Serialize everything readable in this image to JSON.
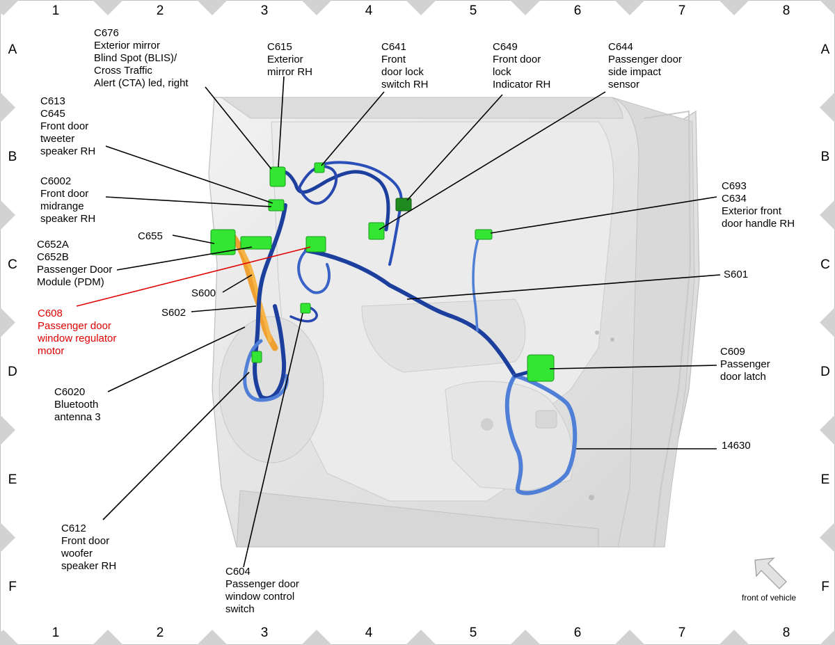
{
  "grid": {
    "columns": [
      "1",
      "2",
      "3",
      "4",
      "5",
      "6",
      "7",
      "8"
    ],
    "rows": [
      "A",
      "B",
      "C",
      "D",
      "E",
      "F"
    ]
  },
  "labels": {
    "c676": [
      "C676",
      "Exterior mirror",
      "Blind Spot (BLIS)/",
      "Cross Traffic",
      "Alert (CTA) led, right"
    ],
    "c615": [
      "C615",
      "Exterior",
      "mirror RH"
    ],
    "c641": [
      "C641",
      "Front",
      "door lock",
      "switch RH"
    ],
    "c649": [
      "C649",
      "Front door",
      "lock",
      "Indicator RH"
    ],
    "c644": [
      "C644",
      "Passenger door",
      "side impact",
      "sensor"
    ],
    "c613": [
      "C613",
      "C645",
      "Front door",
      "tweeter",
      "speaker RH"
    ],
    "c6002": [
      "C6002",
      "Front door",
      "midrange",
      "speaker RH"
    ],
    "c655": [
      "C655"
    ],
    "c652": [
      "C652A",
      "C652B",
      "Passenger Door",
      "Module (PDM)"
    ],
    "s600": [
      "S600"
    ],
    "s602": [
      "S602"
    ],
    "c608": [
      "C608",
      "Passenger door",
      "window regulator",
      "motor"
    ],
    "c6020": [
      "C6020",
      "Bluetooth",
      "antenna 3"
    ],
    "c612": [
      "C612",
      "Front door",
      "woofer",
      "speaker RH"
    ],
    "c604": [
      "C604",
      "Passenger door",
      "window control",
      "switch"
    ],
    "c693": [
      "C693",
      "C634",
      "Exterior front",
      "door handle RH"
    ],
    "s601": [
      "S601"
    ],
    "c609": [
      "C609",
      "Passenger",
      "door latch"
    ],
    "harness": [
      "14630"
    ]
  },
  "front_of_vehicle": "front of vehicle",
  "colors": {
    "connector": "#33e633",
    "connector_dark": "#1f8a1f",
    "wire_main": "#1c3f9e",
    "wire_light": "#4f7fd6",
    "wire_orange": "#f0a030",
    "highlight": "#e00000",
    "panel": "#e6e6e6"
  }
}
